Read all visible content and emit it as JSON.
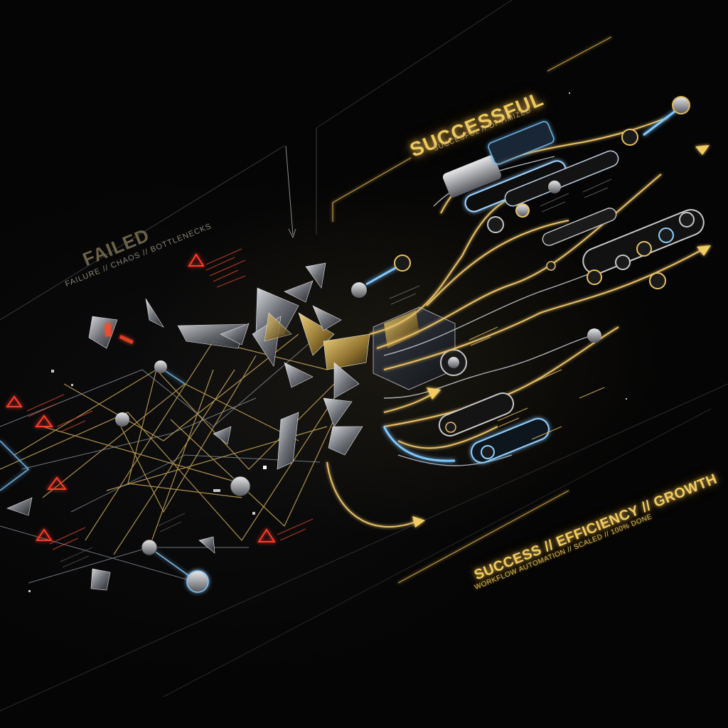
{
  "left_panel": {
    "title": "FAILED",
    "subtitle": "FAILURE // CHAOS // BOTTLENECKS"
  },
  "right_panel": {
    "title": "SUCCESSFUL",
    "subtitle": "SUCCESFUL // OPTIMIZED"
  },
  "footer": {
    "title": "SUCCESS // EFFICIENCY // GROWTH",
    "subtitle": "WORKFLOW AUTOMATION // SCALED // 100% DONE"
  },
  "colors": {
    "background": "#050505",
    "gold": "#e8c066",
    "warning_red": "#ff3a2a",
    "cyan_glow": "#7fc8ff",
    "glass": "#9aa0a8"
  }
}
